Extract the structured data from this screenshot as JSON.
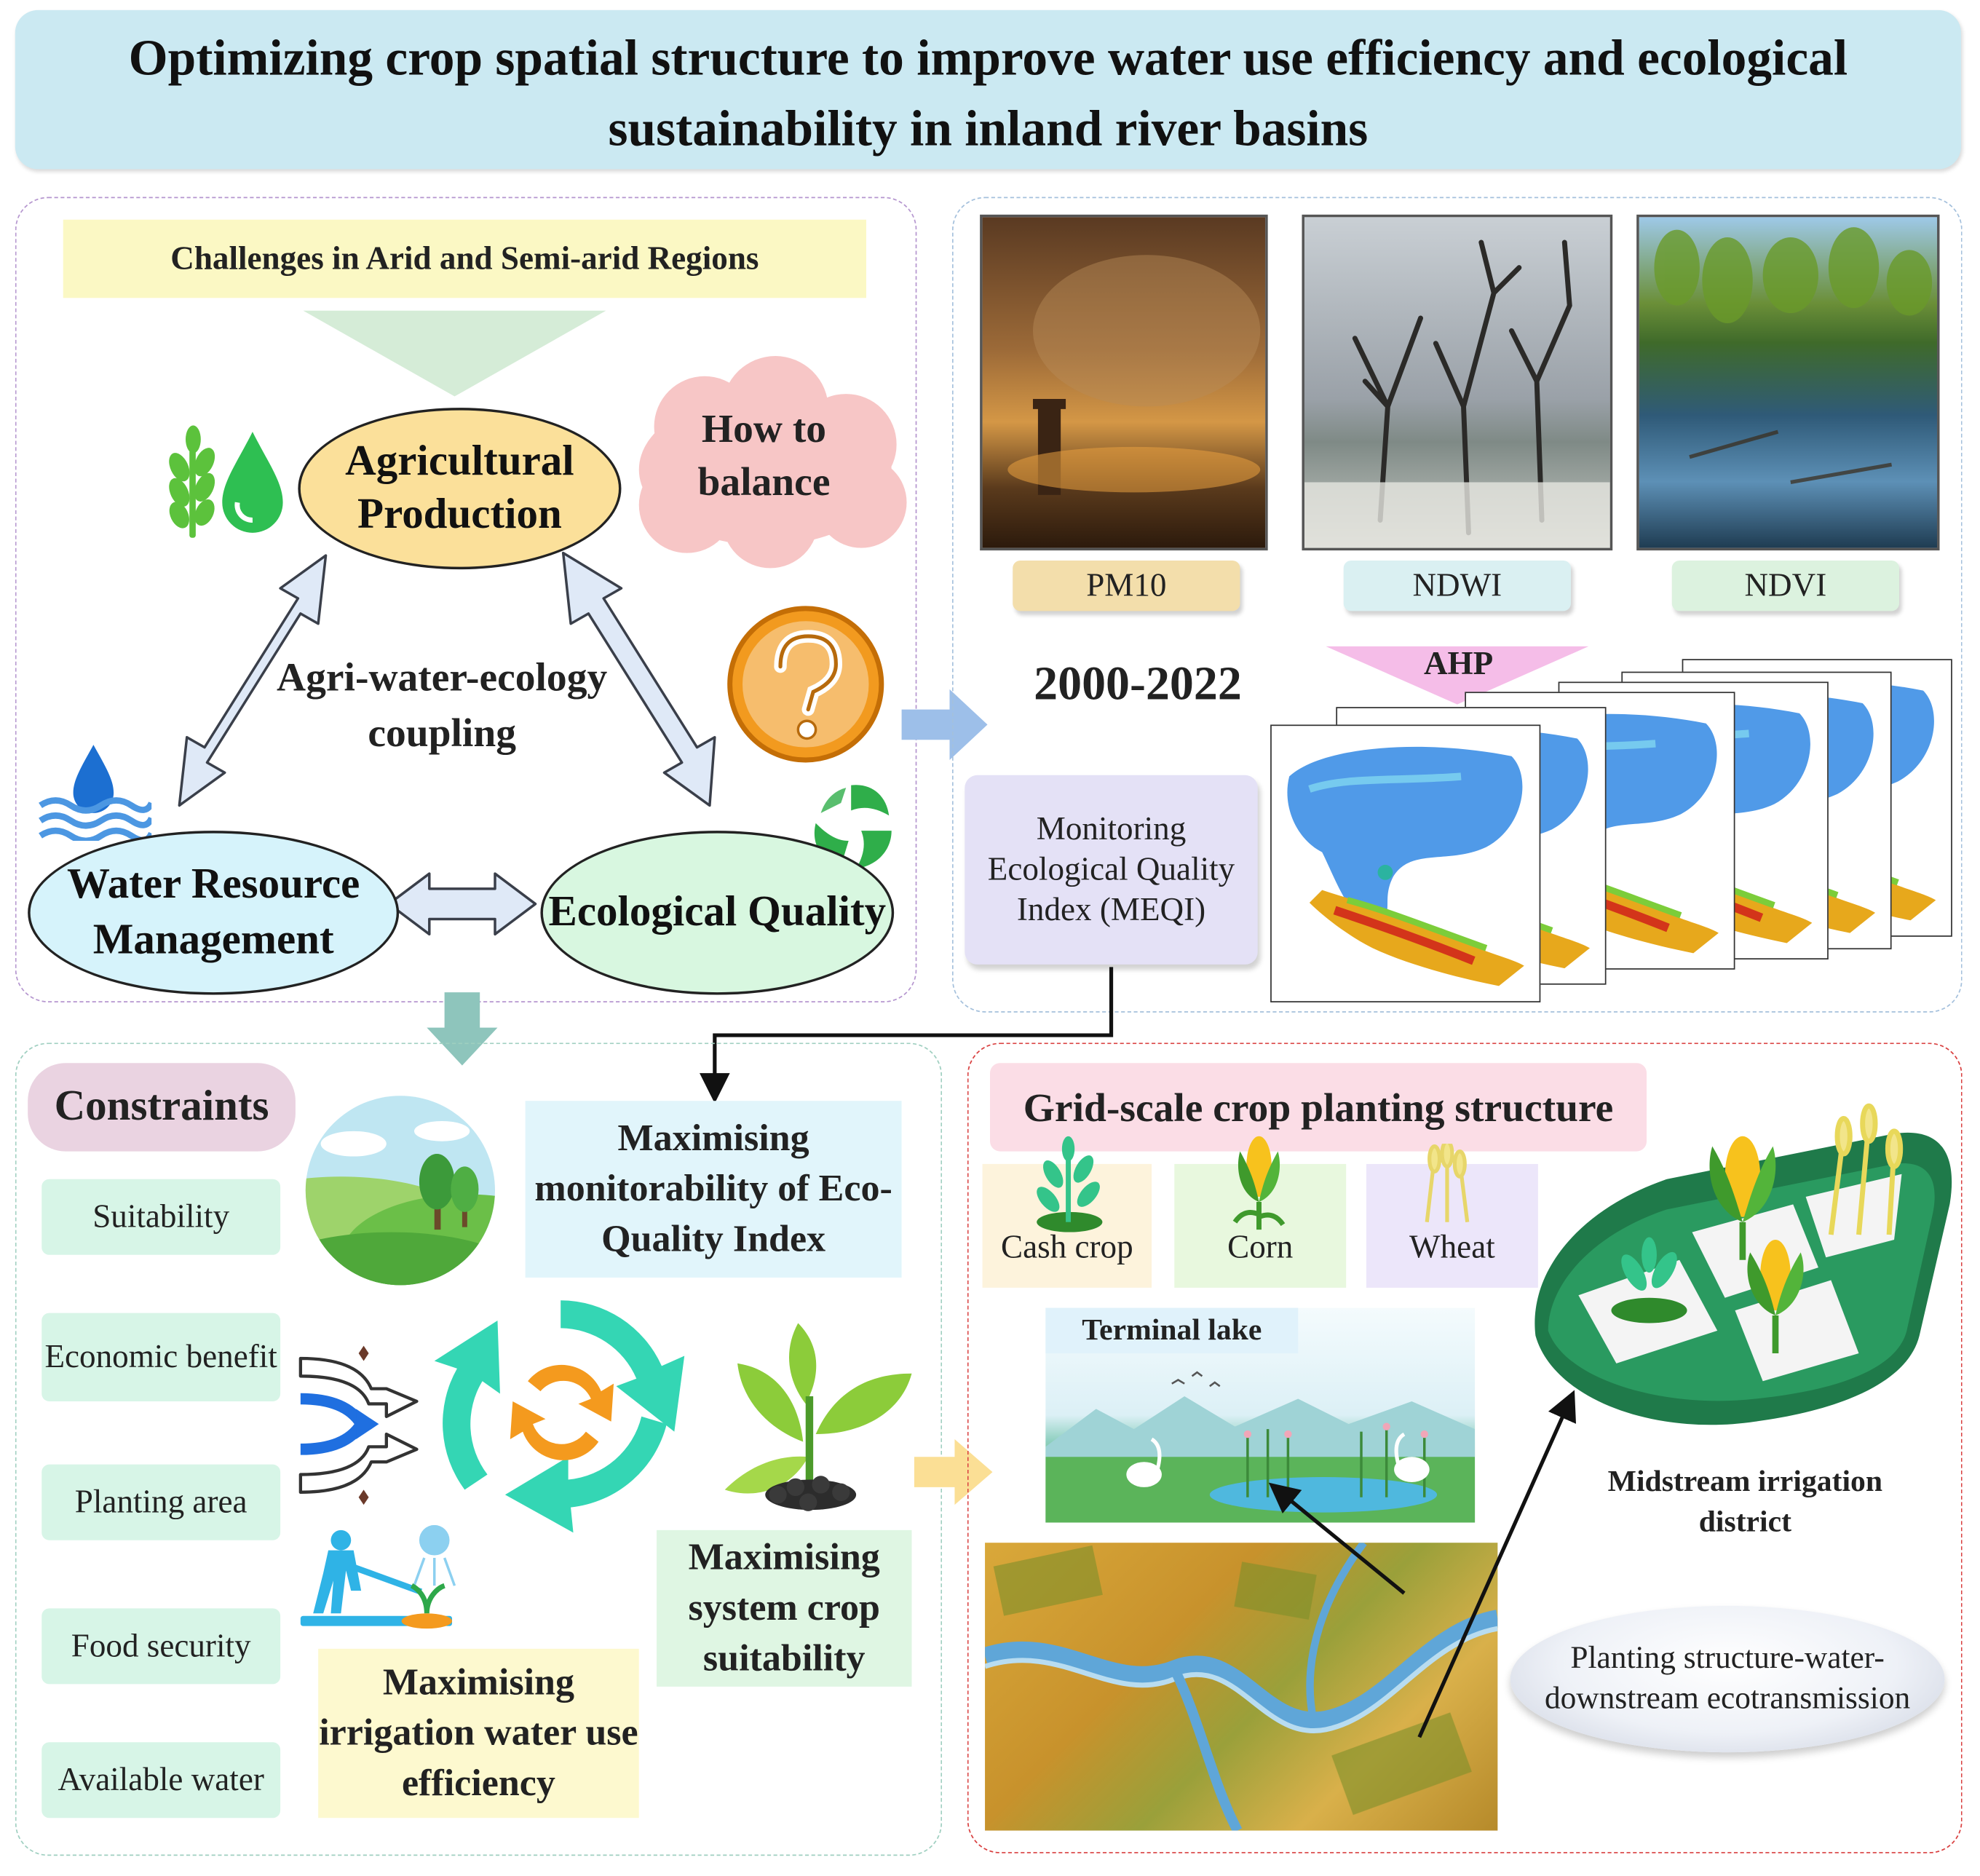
{
  "title": "Optimizing crop spatial structure to improve water use efficiency and ecological sustainability in inland river basins",
  "challenges": {
    "heading": "Challenges in Arid and Semi-arid Regions",
    "agri": "Agricultural Production",
    "water": "Water Resource Management",
    "eco": "Ecological Quality",
    "coupling": "Agri-water-ecology coupling",
    "balance": "How to balance"
  },
  "monitoring": {
    "pm10": "PM10",
    "ndwi": "NDWI",
    "ndvi": "NDVI",
    "years": "2000-2022",
    "ahp": "AHP",
    "meqi": "Monitoring Ecological Quality Index (MEQI)"
  },
  "constraints": {
    "heading": "Constraints",
    "items": [
      "Suitability",
      "Economic benefit",
      "Planting area",
      "Food security",
      "Available water"
    ]
  },
  "objectives": {
    "monitorability": "Maximising monitorability of Eco-Quality Index",
    "suitability": "Maximising system crop suitability",
    "irrigation": "Maximising irrigation water use efficiency"
  },
  "planting": {
    "heading": "Grid-scale crop planting structure",
    "crops": [
      "Cash crop",
      "Corn",
      "Wheat"
    ],
    "terminal_lake": "Terminal lake",
    "midstream": "Midstream irrigation district",
    "ecotransmission": "Planting structure-water-downstream ecotransmission"
  },
  "colors": {
    "title_bg": "#cbe9f2",
    "agri_fill": "#fbe09a",
    "water_fill": "#d6f3fb",
    "eco_fill": "#d8f7e0",
    "constraint_fill": "#d7f5e7",
    "planting_border": "#d94040"
  }
}
